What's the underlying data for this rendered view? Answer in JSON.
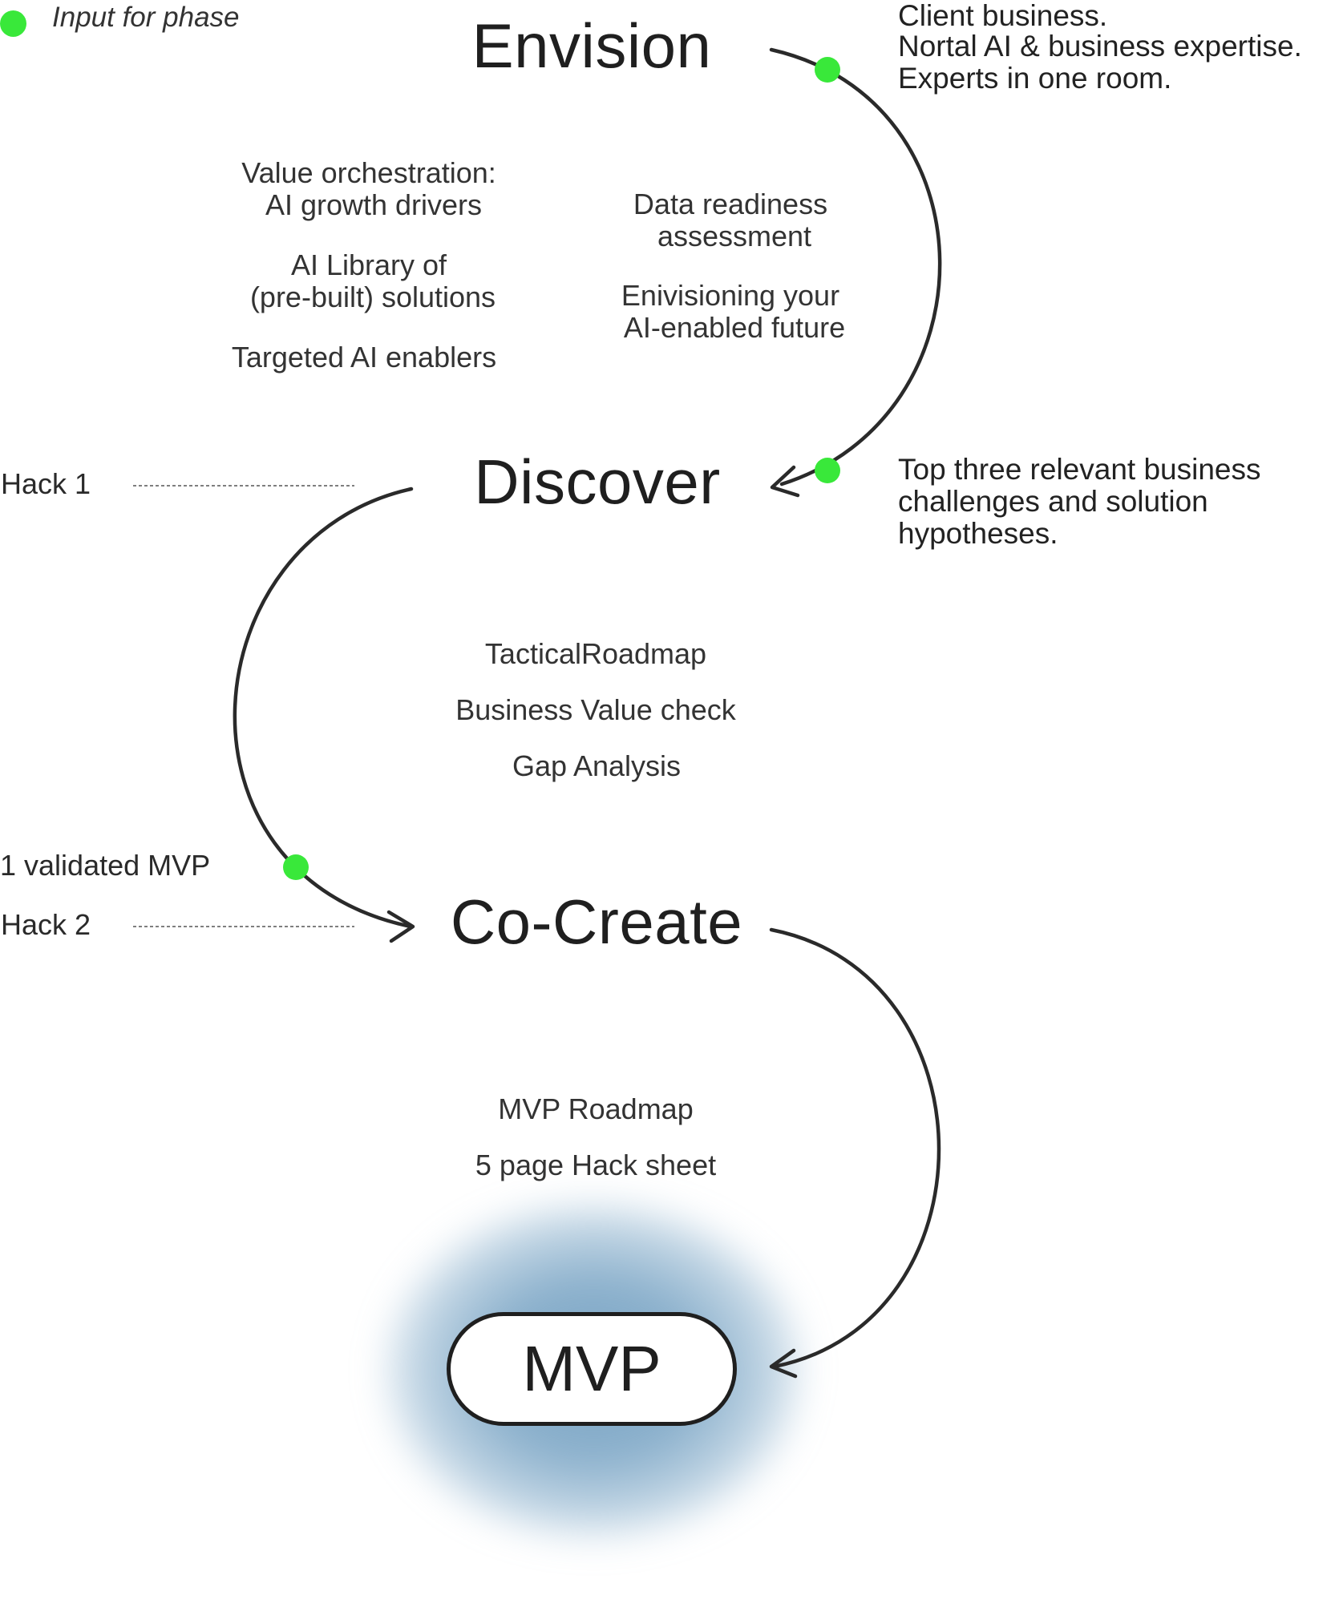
{
  "legend": {
    "dot_color": "#39e83a",
    "label": "Input for phase"
  },
  "phases": {
    "envision": "Envision",
    "discover": "Discover",
    "cocreate": "Co-Create",
    "mvp": "MVP"
  },
  "envision": {
    "inputs": [
      "Client business.",
      "Nortal AI & business expertise.",
      "Experts in one room."
    ],
    "left_items": [
      [
        "Value orchestration:",
        "AI growth drivers"
      ],
      [
        "AI Library of",
        "(pre-built) solutions"
      ],
      [
        "Targeted AI enablers"
      ]
    ],
    "right_items": [
      [
        "Data readiness",
        "assessment"
      ],
      [
        "Enivisioning your",
        "AI-enabled future"
      ]
    ]
  },
  "discover": {
    "output": [
      "Top three relevant business",
      "challenges and solution",
      "hypotheses."
    ],
    "hack_label": "Hack 1",
    "items": [
      "TacticalRoadmap",
      "Business Value check",
      "Gap Analysis"
    ]
  },
  "cocreate": {
    "input_label": "1 validated MVP",
    "hack_label": "Hack 2",
    "items": [
      "MVP Roadmap",
      "5 page Hack sheet"
    ]
  },
  "colors": {
    "stroke": "#2a2a2a",
    "glow": "#76a2c3"
  }
}
